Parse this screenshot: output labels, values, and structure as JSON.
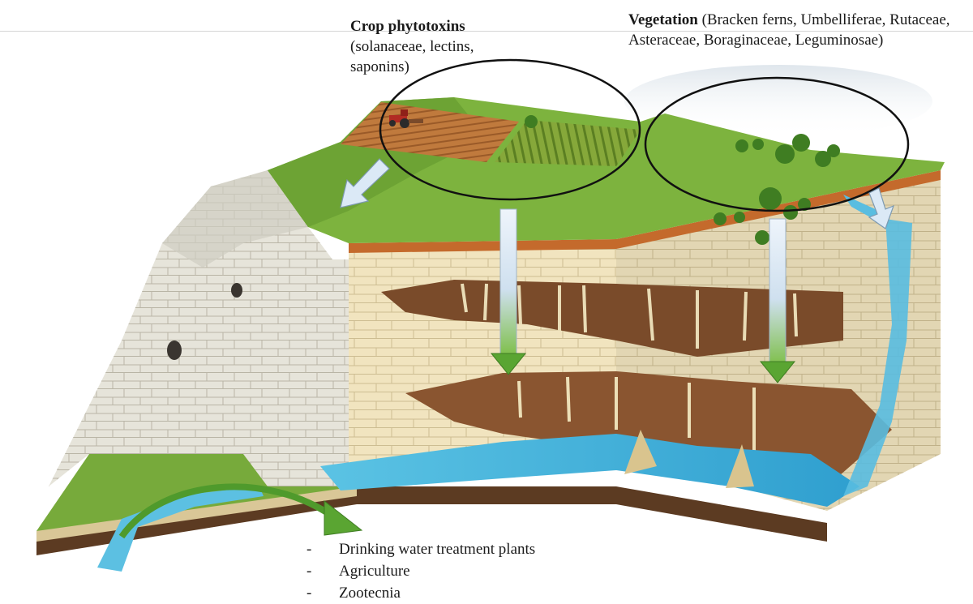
{
  "labels": {
    "crop": {
      "title": "Crop phytotoxins",
      "detail": "(solanaceae, lectins, saponins)"
    },
    "vegetation": {
      "title": "Vegetation",
      "detail": "(Bracken ferns, Umbelliferae, Rutaceae, Asteraceae, Boraginaceae, Leguminosae)"
    }
  },
  "uses": {
    "dash": "-",
    "items": [
      "Drinking water treatment plants",
      "Agriculture",
      "Zootecnia"
    ]
  },
  "colors": {
    "grass": "#7fb13f",
    "grass_dark": "#5e8f2a",
    "rock": "#efe2bd",
    "rock_line": "#c9b98d",
    "cliff": "#e3e1d8",
    "cave": "#7a4b2a",
    "water": "#49b5d8",
    "soil": "#6b4a2e",
    "arrow_green": "#5aa532",
    "arrow_blue": "#dbe9f6",
    "field": "#b8733a"
  },
  "icons": [
    "tractor-icon",
    "tree-icon",
    "waterfall-icon"
  ]
}
